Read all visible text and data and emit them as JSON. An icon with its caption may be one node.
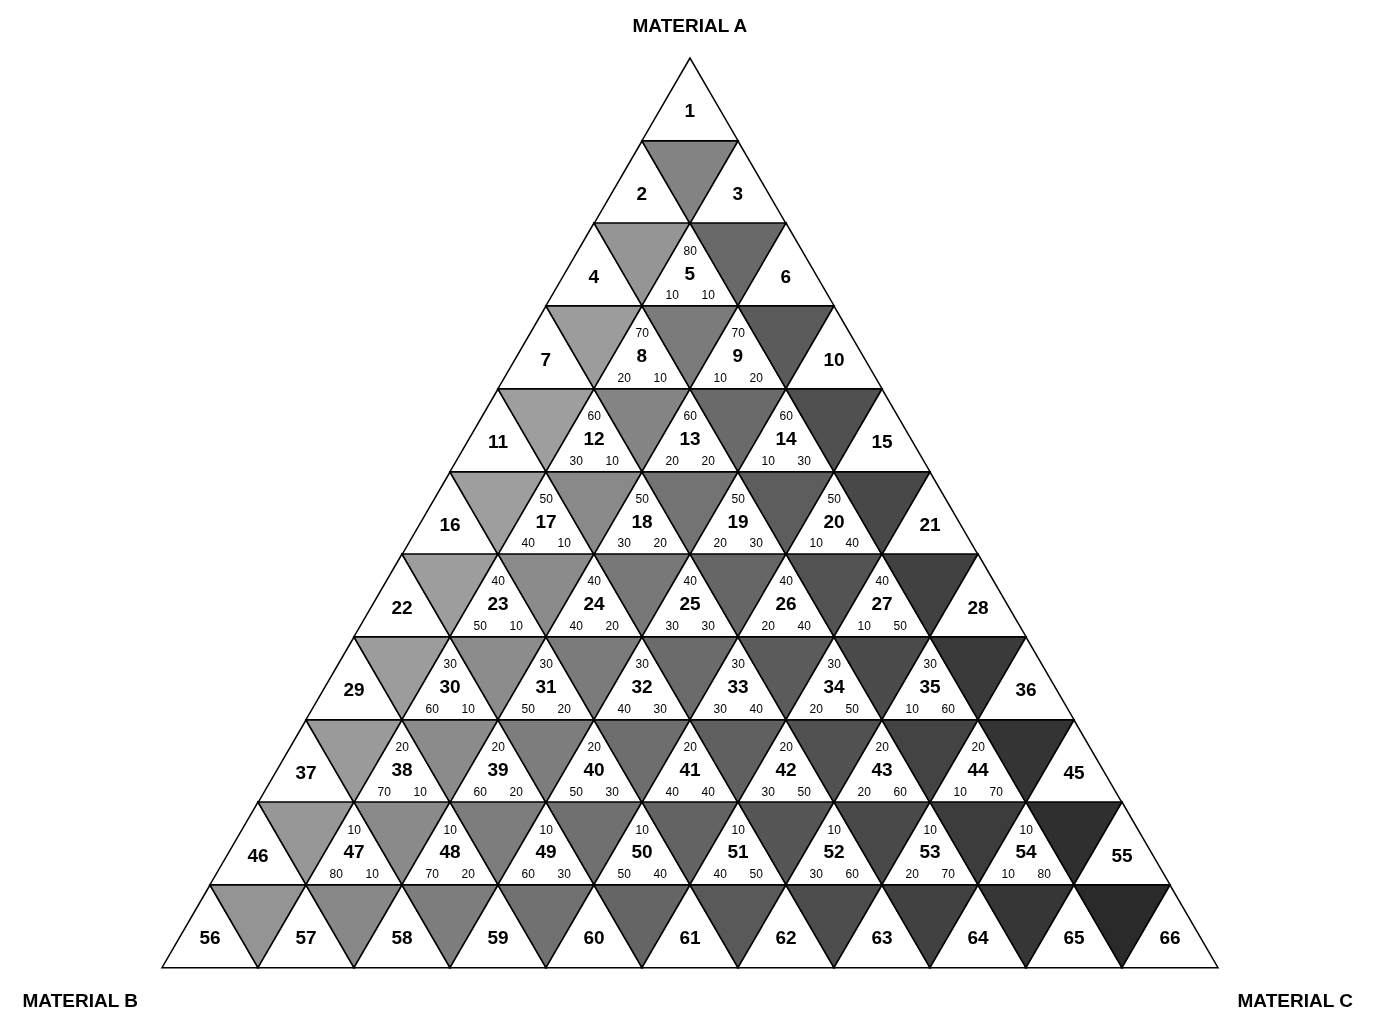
{
  "diagram": {
    "nodes": [
      {
        "text": [
          "1"
        ]
      },
      {
        "text": [
          "2"
        ]
      },
      {
        "text": [],
        "shape": "triangle"
      },
      {
        "text": [
          "3"
        ]
      },
      {
        "text": [
          "4"
        ]
      },
      {
        "text": [],
        "shape": "triangle"
      },
      {
        "text": [
          "80",
          "5",
          "10",
          "10"
        ]
      },
      {
        "text": [],
        "shape": "triangle"
      },
      {
        "text": [
          "6"
        ]
      },
      {
        "text": [
          "7"
        ]
      },
      {
        "text": [],
        "shape": "triangle"
      },
      {
        "text": [
          "70",
          "8",
          "20",
          "10"
        ]
      },
      {
        "text": [],
        "shape": "triangle"
      },
      {
        "text": [
          "70",
          "9",
          "10",
          "20"
        ]
      },
      {
        "text": [],
        "shape": "triangle"
      },
      {
        "text": [
          "10"
        ]
      },
      {
        "text": [
          "11"
        ]
      },
      {
        "text": [],
        "shape": "triangle"
      },
      {
        "text": [
          "60",
          "12",
          "30",
          "10"
        ]
      },
      {
        "text": [],
        "shape": "triangle"
      },
      {
        "text": [
          "60",
          "13",
          "20",
          "20"
        ]
      },
      {
        "text": [],
        "shape": "triangle"
      },
      {
        "text": [
          "60",
          "14",
          "10",
          "30"
        ]
      },
      {
        "text": [],
        "shape": "triangle"
      },
      {
        "text": [
          "15"
        ]
      },
      {
        "text": [
          "16"
        ]
      },
      {
        "text": [],
        "shape": "triangle"
      },
      {
        "text": [
          "50",
          "17",
          "40",
          "10"
        ]
      },
      {
        "text": [],
        "shape": "triangle"
      },
      {
        "text": [
          "50",
          "18",
          "30",
          "20"
        ]
      },
      {
        "text": [],
        "shape": "triangle"
      },
      {
        "text": [
          "50",
          "19",
          "20",
          "30"
        ]
      },
      {
        "text": [],
        "shape": "triangle"
      },
      {
        "text": [
          "50",
          "20",
          "10",
          "40"
        ]
      },
      {
        "text": [],
        "shape": "triangle"
      },
      {
        "text": [
          "21"
        ]
      },
      {
        "text": [
          "22"
        ]
      },
      {
        "text": [],
        "shape": "triangle"
      },
      {
        "text": [
          "40",
          "23",
          "50",
          "10"
        ]
      },
      {
        "text": [],
        "shape": "triangle"
      },
      {
        "text": [
          "40",
          "24",
          "40",
          "20"
        ]
      },
      {
        "text": [],
        "shape": "triangle"
      },
      {
        "text": [
          "40",
          "25",
          "30",
          "30"
        ]
      },
      {
        "text": [],
        "shape": "triangle"
      },
      {
        "text": [
          "40",
          "26",
          "20",
          "40"
        ]
      },
      {
        "text": [],
        "shape": "triangle"
      },
      {
        "text": [
          "40",
          "27",
          "10",
          "50"
        ]
      },
      {
        "text": [],
        "shape": "triangle"
      },
      {
        "text": [
          "28"
        ]
      },
      {
        "text": [
          "29"
        ]
      },
      {
        "text": [],
        "shape": "triangle"
      },
      {
        "text": [
          "30",
          "30",
          "60",
          "10"
        ]
      },
      {
        "text": [],
        "shape": "triangle"
      },
      {
        "text": [
          "30",
          "31",
          "50",
          "20"
        ]
      },
      {
        "text": [],
        "shape": "triangle"
      },
      {
        "text": [
          "30",
          "32",
          "40",
          "30"
        ]
      },
      {
        "text": [],
        "shape": "triangle"
      },
      {
        "text": [
          "30",
          "33",
          "30",
          "40"
        ]
      },
      {
        "text": [],
        "shape": "triangle"
      },
      {
        "text": [
          "30",
          "34",
          "20",
          "50"
        ]
      },
      {
        "text": [],
        "shape": "triangle"
      },
      {
        "text": [
          "30",
          "35",
          "10",
          "60"
        ]
      },
      {
        "text": [],
        "shape": "triangle"
      },
      {
        "text": [
          "36"
        ]
      },
      {
        "text": [
          "37"
        ]
      },
      {
        "text": [],
        "shape": "triangle"
      },
      {
        "text": [
          "20",
          "38",
          "70",
          "10"
        ]
      },
      {
        "text": [],
        "shape": "triangle"
      },
      {
        "text": [
          "20",
          "39",
          "60",
          "20"
        ]
      },
      {
        "text": [],
        "shape": "triangle"
      },
      {
        "text": [
          "20",
          "40",
          "50",
          "30"
        ]
      },
      {
        "text": [],
        "shape": "triangle"
      },
      {
        "text": [
          "20",
          "41",
          "40",
          "40"
        ]
      },
      {
        "text": [],
        "shape": "triangle"
      },
      {
        "text": [
          "20",
          "42",
          "30",
          "50"
        ]
      },
      {
        "text": [],
        "shape": "triangle"
      },
      {
        "text": [
          "20",
          "43",
          "20",
          "60"
        ]
      },
      {
        "text": [],
        "shape": "triangle"
      },
      {
        "text": [
          "20",
          "44",
          "10",
          "70"
        ]
      },
      {
        "text": [],
        "shape": "triangle"
      },
      {
        "text": [
          "45"
        ]
      },
      {
        "text": [
          "46"
        ]
      },
      {
        "text": [],
        "shape": "triangle"
      },
      {
        "text": [
          "10",
          "47",
          "80",
          "10"
        ]
      },
      {
        "text": [],
        "shape": "triangle"
      },
      {
        "text": [
          "10",
          "48",
          "70",
          "20"
        ]
      },
      {
        "text": [],
        "shape": "triangle"
      },
      {
        "text": [
          "10",
          "49",
          "60",
          "30"
        ]
      },
      {
        "text": [],
        "shape": "triangle"
      },
      {
        "text": [
          "10",
          "50",
          "50",
          "40"
        ]
      },
      {
        "text": [],
        "shape": "triangle"
      },
      {
        "text": [
          "10",
          "51",
          "40",
          "50"
        ]
      },
      {
        "text": [],
        "shape": "triangle"
      },
      {
        "text": [
          "10",
          "52",
          "30",
          "60"
        ]
      },
      {
        "text": [],
        "shape": "triangle"
      },
      {
        "text": [
          "10",
          "53",
          "20",
          "70"
        ]
      },
      {
        "text": [],
        "shape": "triangle"
      },
      {
        "text": [
          "10",
          "54",
          "10",
          "80"
        ]
      },
      {
        "text": [],
        "shape": "triangle"
      },
      {
        "text": [
          "55"
        ]
      },
      {
        "text": [
          "56"
        ]
      },
      {
        "text": [],
        "shape": "triangle"
      },
      {
        "text": [
          "57"
        ]
      },
      {
        "text": [],
        "shape": "triangle"
      },
      {
        "text": [
          "58"
        ]
      },
      {
        "text": [],
        "shape": "triangle"
      },
      {
        "text": [
          "59"
        ]
      },
      {
        "text": [],
        "shape": "triangle"
      },
      {
        "text": [
          "60"
        ]
      },
      {
        "text": [],
        "shape": "triangle"
      },
      {
        "text": [
          "61"
        ]
      },
      {
        "text": [],
        "shape": "triangle"
      },
      {
        "text": [
          "62"
        ]
      },
      {
        "text": [],
        "shape": "triangle"
      },
      {
        "text": [
          "63"
        ]
      },
      {
        "text": [],
        "shape": "triangle"
      },
      {
        "text": [
          "64"
        ]
      },
      {
        "text": [],
        "shape": "triangle"
      },
      {
        "text": [
          "65"
        ]
      },
      {
        "text": [],
        "shape": "triangle"
      },
      {
        "text": [
          "66"
        ]
      }
    ],
    "labels": [
      "MATERIAL A",
      "MATERIAL B",
      "MATERIAL C"
    ]
  }
}
